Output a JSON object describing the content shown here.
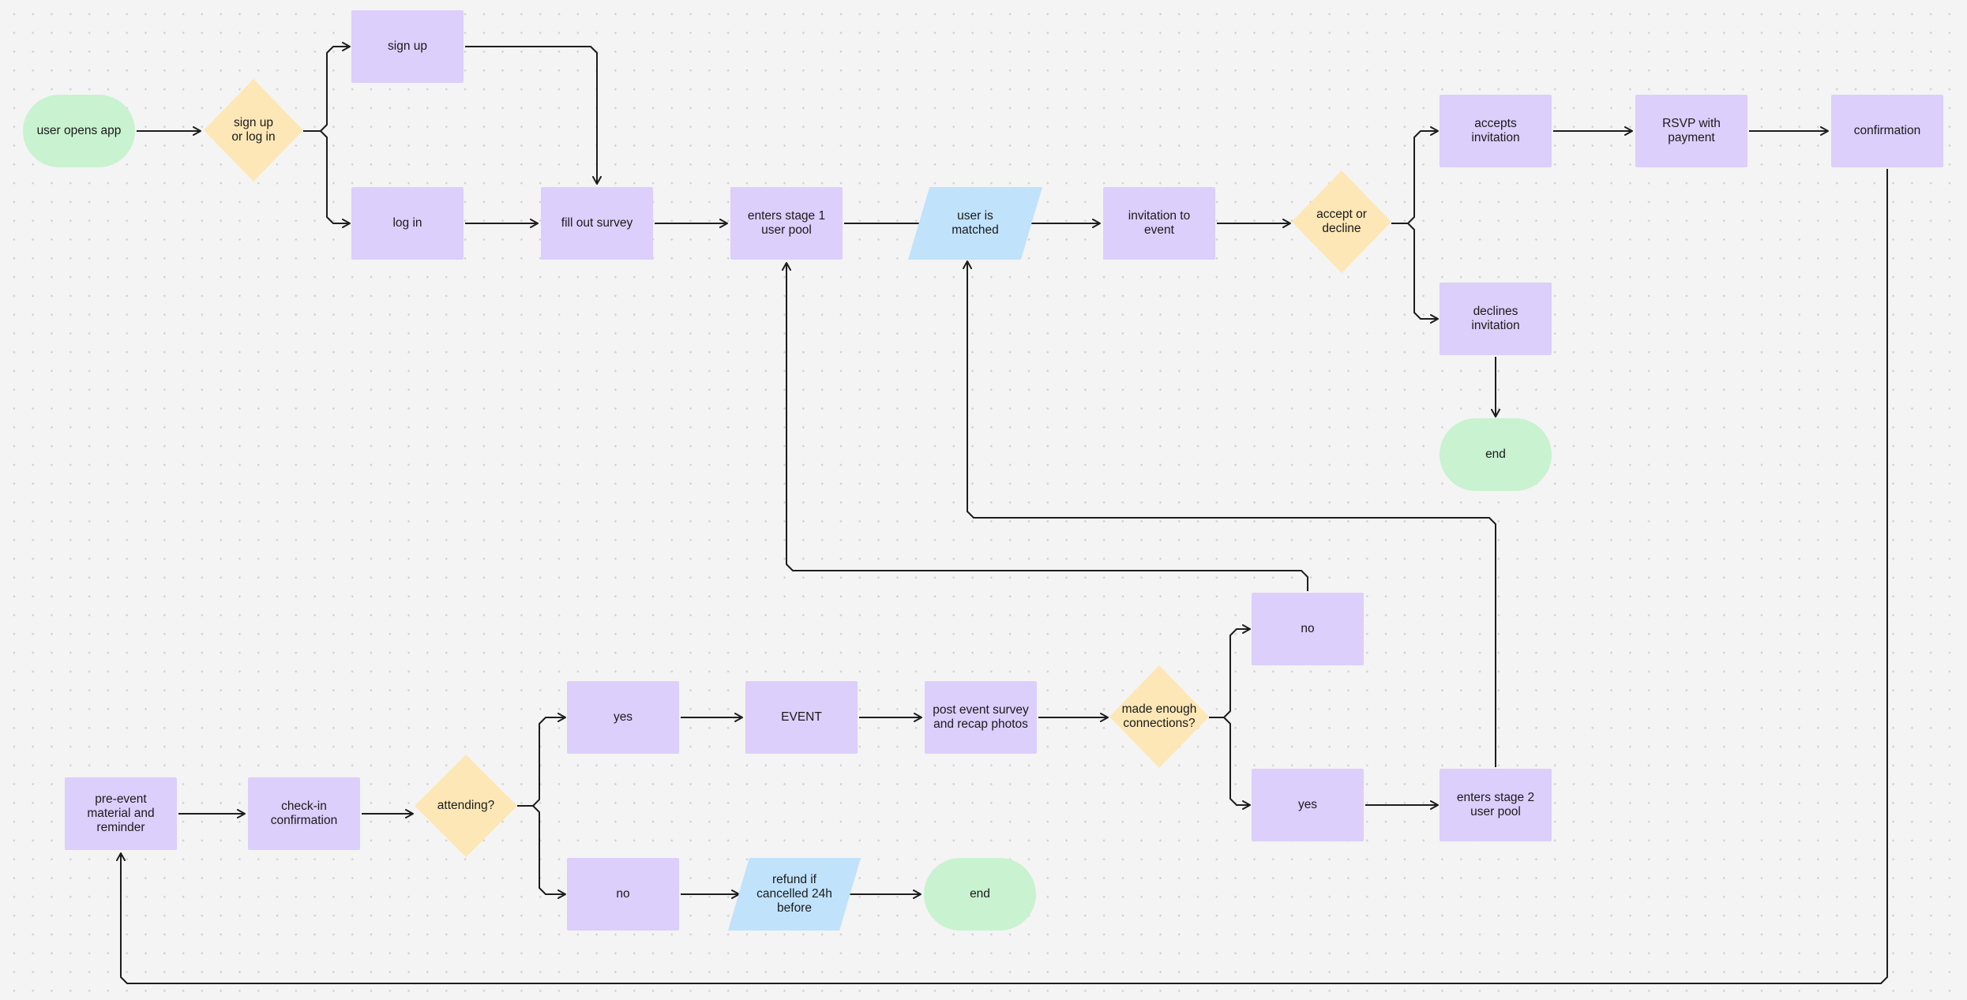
{
  "colors": {
    "process": "#dccffb",
    "terminal": "#c9f2d0",
    "decision": "#fde7b6",
    "data": "#c0e2fb",
    "connector": "#1d1d1d"
  },
  "nodes": [
    {
      "id": "user-opens-app",
      "type": "terminal",
      "label": "user opens app"
    },
    {
      "id": "sign-up-or-log-in",
      "type": "decision",
      "label": "sign up\nor log in"
    },
    {
      "id": "sign-up",
      "type": "process",
      "label": "sign up"
    },
    {
      "id": "log-in",
      "type": "process",
      "label": "log in"
    },
    {
      "id": "fill-out-survey",
      "type": "process",
      "label": "fill out survey"
    },
    {
      "id": "enters-stage-1",
      "type": "process",
      "label": "enters stage 1\nuser pool"
    },
    {
      "id": "user-is-matched",
      "type": "data",
      "label": "user is\nmatched"
    },
    {
      "id": "invitation-to-event",
      "type": "process",
      "label": "invitation to\nevent"
    },
    {
      "id": "accept-or-decline",
      "type": "decision",
      "label": "accept or\ndecline"
    },
    {
      "id": "accepts-invitation",
      "type": "process",
      "label": "accepts\ninvitation"
    },
    {
      "id": "rsvp-with-payment",
      "type": "process",
      "label": "RSVP with\npayment"
    },
    {
      "id": "confirmation",
      "type": "process",
      "label": "confirmation"
    },
    {
      "id": "declines-invitation",
      "type": "process",
      "label": "declines\ninvitation"
    },
    {
      "id": "end-top",
      "type": "terminal",
      "label": "end"
    },
    {
      "id": "no-connections",
      "type": "process",
      "label": "no"
    },
    {
      "id": "yes-connections",
      "type": "process",
      "label": "yes"
    },
    {
      "id": "enters-stage-2",
      "type": "process",
      "label": "enters stage 2\nuser pool"
    },
    {
      "id": "made-enough-connections",
      "type": "decision",
      "label": "made enough\nconnections?"
    },
    {
      "id": "post-event-survey",
      "type": "process",
      "label": "post event survey\nand recap photos"
    },
    {
      "id": "event",
      "type": "process",
      "label": "EVENT"
    },
    {
      "id": "yes-attending",
      "type": "process",
      "label": "yes"
    },
    {
      "id": "pre-event-material",
      "type": "process",
      "label": "pre-event\nmaterial and\nreminder"
    },
    {
      "id": "check-in-confirmation",
      "type": "process",
      "label": "check-in\nconfirmation"
    },
    {
      "id": "attending",
      "type": "decision",
      "label": "attending?"
    },
    {
      "id": "no-attending",
      "type": "process",
      "label": "no"
    },
    {
      "id": "refund",
      "type": "data",
      "label": "refund if\ncancelled 24h\nbefore"
    },
    {
      "id": "end-bottom",
      "type": "terminal",
      "label": "end"
    }
  ],
  "edges": [
    {
      "from": "user-opens-app",
      "to": "sign-up-or-log-in"
    },
    {
      "from": "sign-up-or-log-in",
      "to": "sign-up"
    },
    {
      "from": "sign-up-or-log-in",
      "to": "log-in"
    },
    {
      "from": "sign-up",
      "to": "fill-out-survey"
    },
    {
      "from": "log-in",
      "to": "fill-out-survey"
    },
    {
      "from": "fill-out-survey",
      "to": "enters-stage-1"
    },
    {
      "from": "enters-stage-1",
      "to": "user-is-matched"
    },
    {
      "from": "user-is-matched",
      "to": "invitation-to-event"
    },
    {
      "from": "invitation-to-event",
      "to": "accept-or-decline"
    },
    {
      "from": "accept-or-decline",
      "to": "accepts-invitation"
    },
    {
      "from": "accept-or-decline",
      "to": "declines-invitation"
    },
    {
      "from": "accepts-invitation",
      "to": "rsvp-with-payment"
    },
    {
      "from": "rsvp-with-payment",
      "to": "confirmation"
    },
    {
      "from": "declines-invitation",
      "to": "end-top"
    },
    {
      "from": "confirmation",
      "to": "pre-event-material"
    },
    {
      "from": "pre-event-material",
      "to": "check-in-confirmation"
    },
    {
      "from": "check-in-confirmation",
      "to": "attending"
    },
    {
      "from": "attending",
      "to": "yes-attending"
    },
    {
      "from": "attending",
      "to": "no-attending"
    },
    {
      "from": "yes-attending",
      "to": "event"
    },
    {
      "from": "event",
      "to": "post-event-survey"
    },
    {
      "from": "post-event-survey",
      "to": "made-enough-connections"
    },
    {
      "from": "made-enough-connections",
      "to": "no-connections"
    },
    {
      "from": "made-enough-connections",
      "to": "yes-connections"
    },
    {
      "from": "no-connections",
      "to": "enters-stage-1"
    },
    {
      "from": "yes-connections",
      "to": "enters-stage-2"
    },
    {
      "from": "enters-stage-2",
      "to": "user-is-matched"
    },
    {
      "from": "no-attending",
      "to": "refund"
    },
    {
      "from": "refund",
      "to": "end-bottom"
    }
  ]
}
